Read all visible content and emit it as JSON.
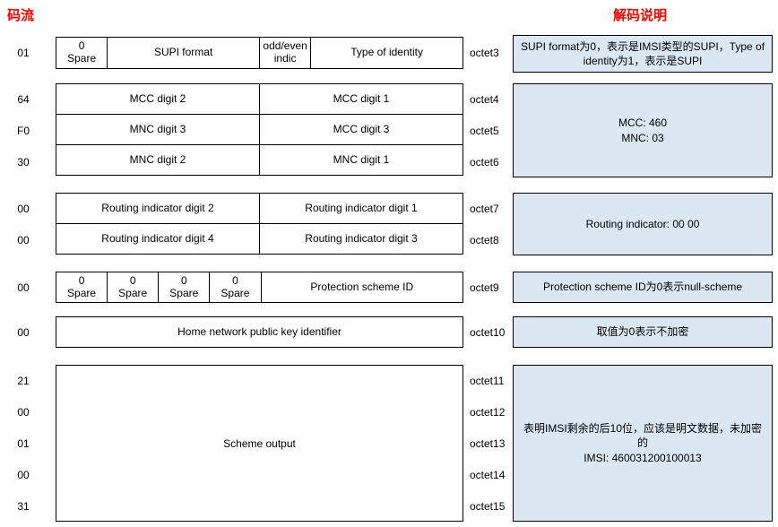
{
  "header": {
    "stream_label": "码流",
    "legend_label": "解码说明"
  },
  "colors": {
    "accent_red": "#ff0000",
    "note_bg": "#dbe8f4",
    "border": "#000000"
  },
  "fields": {
    "spare_top": "0",
    "spare_bottom": "Spare",
    "supi_format": "SUPI format",
    "odd_even_top": "odd/even",
    "odd_even_bottom": "indic",
    "type_of_identity": "Type of identity",
    "mcc_digit2": "MCC digit 2",
    "mcc_digit1": "MCC digit 1",
    "mnc_digit3": "MNC digit 3",
    "mcc_digit3": "MCC digit 3",
    "mnc_digit2": "MNC digit 2",
    "mnc_digit1": "MNC digit 1",
    "ri_digit2": "Routing indicator digit 2",
    "ri_digit1": "Routing indicator digit 1",
    "ri_digit4": "Routing indicator digit 4",
    "ri_digit3": "Routing indicator digit 3",
    "protection_scheme_id": "Protection scheme ID",
    "home_network_pki": "Home network public key identifier",
    "scheme_output": "Scheme output"
  },
  "hex": {
    "octet3": "01",
    "octet4": "64",
    "octet5": "F0",
    "octet6": "30",
    "octet7": "00",
    "octet8": "00",
    "octet9": "00",
    "octet10": "00",
    "octet11": "21",
    "octet12": "00",
    "octet13": "01",
    "octet14": "00",
    "octet15": "31"
  },
  "octets": {
    "o3": "octet3",
    "o4": "octet4",
    "o5": "octet5",
    "o6": "octet6",
    "o7": "octet7",
    "o8": "octet8",
    "o9": "octet9",
    "o10": "octet10",
    "o11": "octet11",
    "o12": "octet12",
    "o13": "octet13",
    "o14": "octet14",
    "o15": "octet15"
  },
  "notes": {
    "supi": "SUPI format为0，表示是IMSI类型的SUPI，Type of identity为1，表示是SUPI",
    "mcc_line1": "MCC: 460",
    "mcc_line2": "MNC: 03",
    "routing": "Routing indicator: 00 00",
    "protection": "Protection scheme ID为0表示null-scheme",
    "hnpki": "取值为0表示不加密",
    "imsi_line1": "表明IMSI剩余的后10位，应该是明文数据，未加密的",
    "imsi_line2": "IMSI: 460031200100013"
  }
}
